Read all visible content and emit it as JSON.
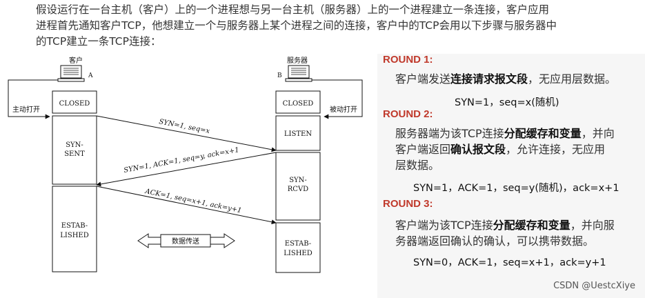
{
  "intro": {
    "lines": [
      "假设运行在一台主机（客户）上的一个进程想与另一台主机（服务器）上的一个进程建立一条连接，客户应用",
      "进程首先通知客户TCP，他想建立一个与服务器上某个进程之间的连接，客户中的TCP会用以下步骤与服务器中",
      "的TCP建立一条TCP连接："
    ]
  },
  "diagram": {
    "client_label": "客户",
    "client_mark": "A",
    "server_label": "服务器",
    "server_mark": "B",
    "active_open": "主动打开",
    "passive_open": "被动打开",
    "client_states": [
      "CLOSED",
      "SYN-",
      "SENT",
      "ESTAB-",
      "LISHED"
    ],
    "server_states": [
      "CLOSED",
      "LISTEN",
      "SYN-",
      "RCVD",
      "ESTAB-",
      "LISHED"
    ],
    "msg1": "SYN=1, seq=x",
    "msg2": "SYN=1, ACK=1, seq=y, ack=x+1",
    "msg3": "ACK=1, seq=x+1, ack=y+1",
    "data_transfer": "数据传送"
  },
  "rounds": [
    {
      "title": "ROUND 1:",
      "lines": [
        "客户端发送**连接请求报文段**，无应用层数据。"
      ],
      "formula": "SYN=1，seq=x(随机)"
    },
    {
      "title": "ROUND 2:",
      "lines": [
        "服务器端为该TCP连接**分配缓存和变量**，并向",
        "客户端返回**确认报文段**，允许连接，无应用",
        "层数据。"
      ],
      "formula": "SYN=1，ACK=1，seq=y(随机)，ack=x+1"
    },
    {
      "title": "ROUND 3:",
      "lines": [
        "客户端为该TCP连接**分配缓存和变量**，并向服",
        "务器端返回确认的确认，可以携带数据。"
      ],
      "formula": "SYN=0，ACK=1，seq=x+1，ack=y+1"
    }
  ],
  "watermark": "CSDN @UestcXiye"
}
